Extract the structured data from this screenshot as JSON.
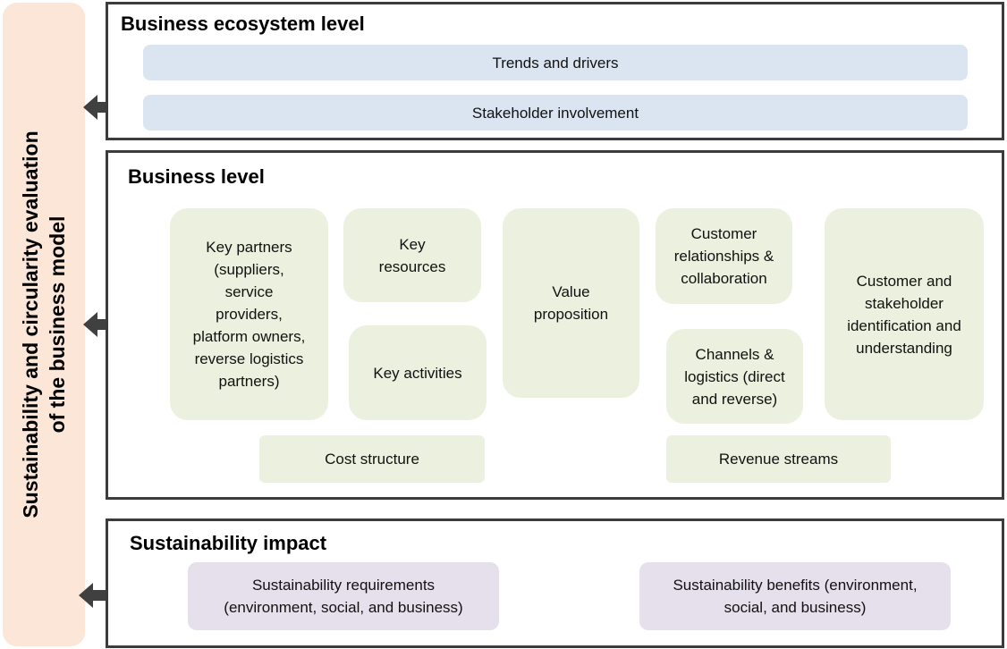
{
  "sidebar": {
    "line1": "Sustainability and circularity evaluation",
    "line2": "of the business model"
  },
  "ecosystem": {
    "title": "Business ecosystem  level",
    "trends": "Trends and drivers",
    "stakeholder": "Stakeholder involvement"
  },
  "business": {
    "title": "Business level",
    "key_partners": "Key partners (suppliers, service providers, platform owners, reverse logistics partners)",
    "key_resources": "Key resources",
    "key_activities": "Key activities",
    "value_proposition": "Value proposition",
    "customer_relationships": "Customer relationships & collaboration",
    "channels": "Channels & logistics (direct and reverse)",
    "customer_identification": "Customer and stakeholder identification and understanding",
    "cost_structure": "Cost structure",
    "revenue_streams": "Revenue streams"
  },
  "impact": {
    "title": "Sustainability impact",
    "requirements": "Sustainability requirements (environment, social, and business)",
    "benefits": "Sustainability benefits (environment, social, and business)"
  },
  "colors": {
    "sidebar": "#fce6d7",
    "ecosystem_box": "#dbe5f1",
    "business_box": "#ebf1de",
    "impact_box": "#e5e0ec",
    "arrow": "#404040"
  }
}
